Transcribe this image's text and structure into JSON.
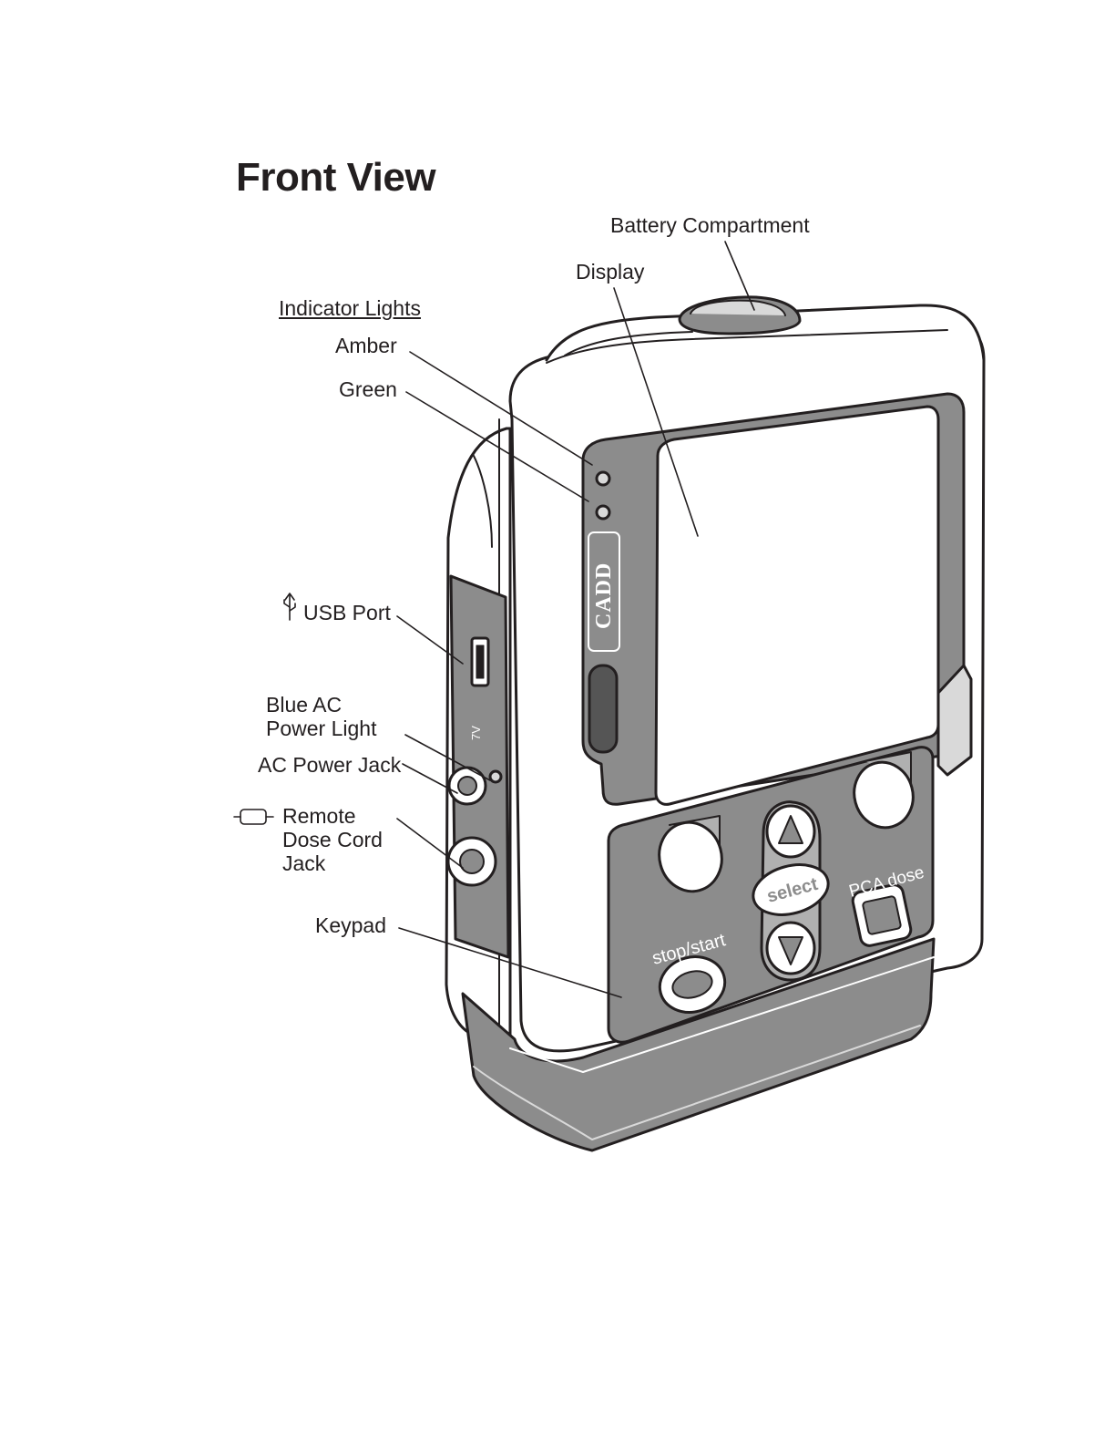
{
  "title": "Front View",
  "labels": {
    "battery_compartment": "Battery Compartment",
    "display": "Display",
    "indicator_lights": "Indicator Lights",
    "amber": "Amber",
    "green": "Green",
    "usb_port": "USB Port",
    "blue_ac_power_light": [
      "Blue AC",
      "Power Light"
    ],
    "ac_power_jack": "AC Power Jack",
    "remote_dose_cord_jack": [
      "Remote",
      "Dose Cord",
      "Jack"
    ],
    "keypad": "Keypad"
  },
  "device": {
    "brand": "CADD",
    "voltage": "7V",
    "buttons": {
      "select": "select",
      "stop_start": "stop/start",
      "pca_dose": "PCA dose"
    }
  },
  "colors": {
    "ink": "#231f20",
    "panel_gray": "#8c8c8c",
    "dark_gray": "#6e6e6e",
    "light_gray": "#d9d9d9",
    "screen": "#ffffff"
  }
}
